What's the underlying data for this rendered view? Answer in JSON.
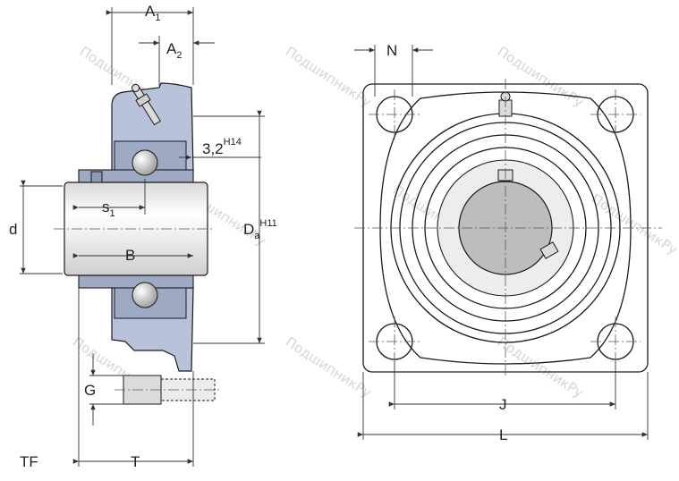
{
  "labels": {
    "A1": "A",
    "A1_sub": "1",
    "A2": "A",
    "A2_sub": "2",
    "dim_32": "3,2",
    "dim_32_sup": "H14",
    "d": "d",
    "s1": "s",
    "s1_sub": "1",
    "Da": "D",
    "Da_sub": "a",
    "Da_sup": "H11",
    "B": "B",
    "G": "G",
    "T": "T",
    "TF": "TF",
    "N": "N",
    "J": "J",
    "L": "L"
  },
  "watermark": "ПодшипникРу",
  "colors": {
    "housing": "#b8c3db",
    "shaft": "#e6e6e6",
    "bore": "#bdbdbd",
    "outline": "#1a1a1a"
  }
}
